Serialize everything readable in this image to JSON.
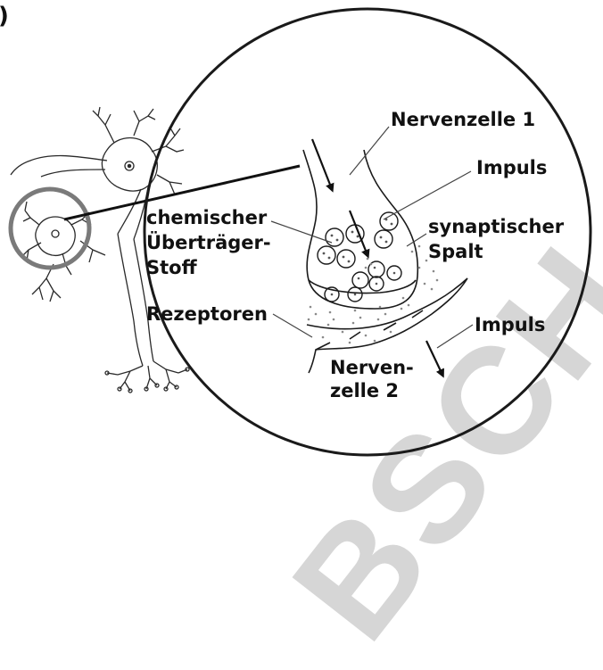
{
  "panel_marker": ")",
  "labels": {
    "nervenzelle_1": "Nervenzelle 1",
    "impuls_top": "Impuls",
    "chemischer_line1": "chemischer",
    "chemischer_line2": "Überträger-",
    "chemischer_line3": "Stoff",
    "synaptischer_line1": "synaptischer",
    "synaptischer_line2": "Spalt",
    "rezeptoren": "Rezeptoren",
    "impuls_bottom": "Impuls",
    "nervenzelle_2_line1": "Nerven-",
    "nervenzelle_2_line2": "zelle 2"
  },
  "watermark": {
    "text": "BSCH",
    "color": "#d6d6d6"
  },
  "colors": {
    "line": "#1a1a1a",
    "circle_stroke": "#222222",
    "highlight_circle": "#777777",
    "stipple": "#888888"
  }
}
